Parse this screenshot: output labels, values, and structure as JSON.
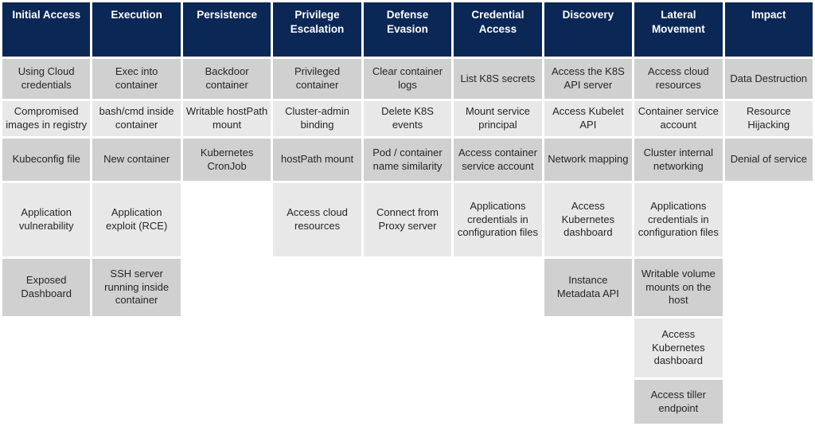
{
  "theme": {
    "header_bg": "#0a2756",
    "header_text": "#ffffff",
    "row_dark": "#d0d0d0",
    "row_light": "#e8e8e8",
    "cell_text": "#262626",
    "page_bg": "#ffffff"
  },
  "matrix": {
    "columns": [
      {
        "header": "Initial Access",
        "cells": [
          "Using Cloud credentials",
          "Compromised images in registry",
          "Kubeconfig file",
          "Application vulnerability",
          "Exposed Dashboard"
        ]
      },
      {
        "header": "Execution",
        "cells": [
          "Exec into container",
          "bash/cmd inside container",
          "New container",
          "Application exploit (RCE)",
          "SSH server running inside container"
        ]
      },
      {
        "header": "Persistence",
        "cells": [
          "Backdoor container",
          "Writable hostPath mount",
          "Kubernetes CronJob"
        ]
      },
      {
        "header": "Privilege Escalation",
        "cells": [
          "Privileged container",
          "Cluster-admin binding",
          "hostPath mount",
          "Access cloud resources"
        ]
      },
      {
        "header": "Defense Evasion",
        "cells": [
          "Clear container logs",
          "Delete K8S events",
          "Pod / container name similarity",
          "Connect from Proxy server"
        ]
      },
      {
        "header": "Credential Access",
        "cells": [
          "List K8S secrets",
          "Mount service principal",
          "Access container service account",
          "Applications credentials in configuration files"
        ]
      },
      {
        "header": "Discovery",
        "cells": [
          "Access the K8S API server",
          "Access Kubelet API",
          "Network mapping",
          "Access Kubernetes dashboard",
          "Instance Metadata API"
        ]
      },
      {
        "header": "Lateral Movement",
        "cells": [
          "Access cloud resources",
          "Container service account",
          "Cluster internal networking",
          "Applications credentials in configuration files",
          "Writable volume mounts on the host",
          "Access Kubernetes dashboard",
          "Access tiller endpoint"
        ]
      },
      {
        "header": "Impact",
        "cells": [
          "Data Destruction",
          "Resource Hijacking",
          "Denial of service"
        ]
      }
    ]
  }
}
